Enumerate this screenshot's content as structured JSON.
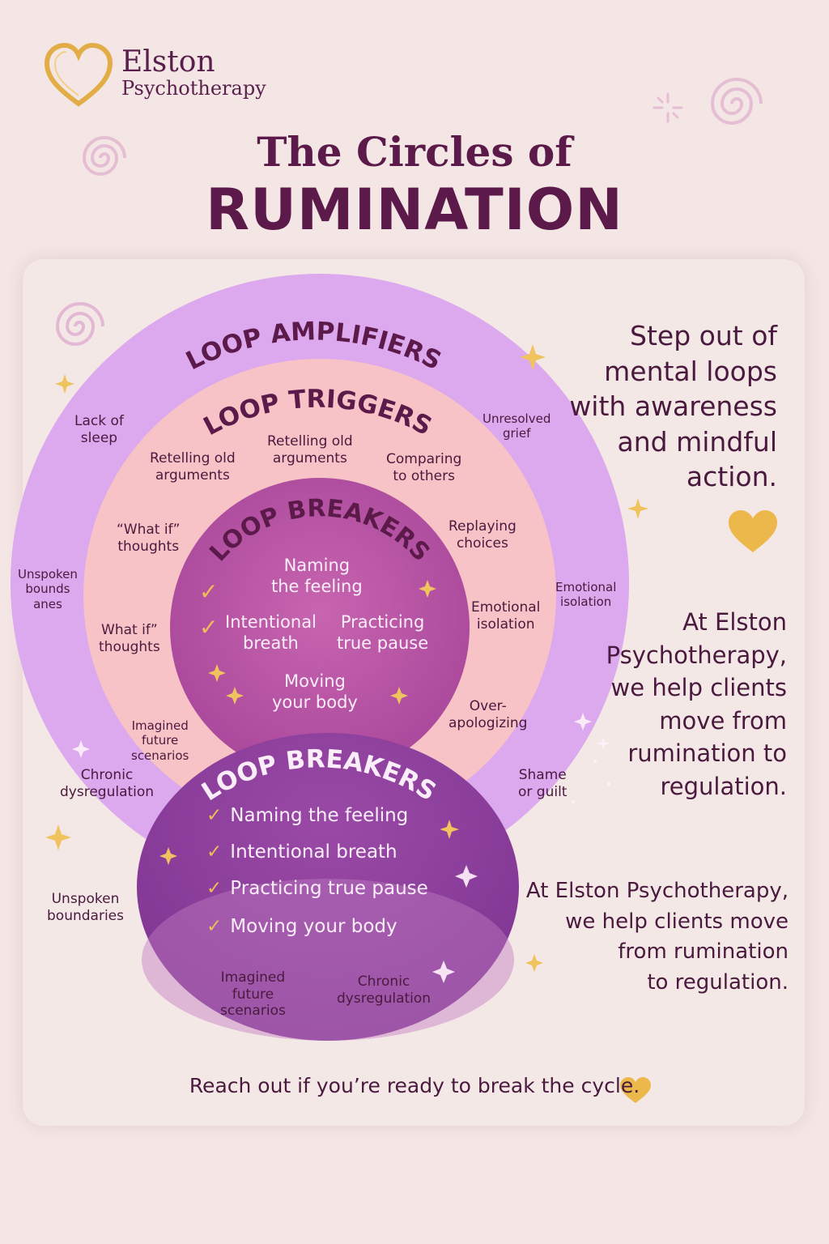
{
  "brand": {
    "name": "Elston",
    "subtitle": "Psychotherapy"
  },
  "title": {
    "line1": "The Circles of",
    "line2": "RUMINATION"
  },
  "rings": {
    "amplifiers": {
      "title": "LOOP AMPLIFIERS",
      "items": {
        "lack_of_sleep": "Lack of\nsleep",
        "unresolved_grief": "Unresolved\ngrief",
        "unspoken_bounds": "Unspoken\nbounds\nanes",
        "emotional_isolation": "Emotional\nisolation",
        "chronic_dysregulation": "Chronic\ndysregulation",
        "shame_or_guilt": "Shame\nor guilt",
        "unspoken_boundaries": "Unspoken\nboundaries"
      }
    },
    "triggers": {
      "title": "LOOP TRIGGERS",
      "items": {
        "retelling_1": "Retelling old\narguments",
        "retelling_2": "Retelling old\narguments",
        "comparing": "Comparing\nto others",
        "what_if_1": "“What if”\nthoughts",
        "replaying": "Replaying\nchoices",
        "what_if_2": "What if”\nthoughts",
        "emotional_isolation": "Emotional\nisolation",
        "imagined": "Imagined\nfuture\nscenarios",
        "over_apologizing": "Over-\napologizing"
      }
    },
    "breakers_inner": {
      "title": "LOOP BREAKERS",
      "items": {
        "naming": "Naming\nthe feeling",
        "breath": "Intentional\nbreath",
        "pause": "Practicing\ntrue pause",
        "moving": "Moving\nyour body"
      }
    },
    "breakers_lower": {
      "title": "LOOP BREAKERS",
      "items": [
        "Naming the feeling",
        "Intentional breath",
        "Practicing true pause",
        "Moving your body"
      ],
      "imagined": "Imagined\nfuture\nscenarios",
      "chronic": "Chronic\ndysregulation"
    }
  },
  "side": {
    "tagline": "Step out of\nmental loops\nwith awareness\nand mindful\naction.",
    "pitch_1": "At Elston\nPsychotherapy,\nwe help clients\nmove from\nrumination to\nregulation.",
    "pitch_2": "At Elston Psychotherapy,\nwe help clients move\nfrom rumination\nto regulation."
  },
  "cta": "Reach out if you’re ready to break the cycle.",
  "icons": {
    "logo": "heart-icon",
    "check": "check-icon",
    "sparkle": "sparkle-icon",
    "swirl": "swirl-icon"
  },
  "colors": {
    "background": "#f3e6e4",
    "amplifiers_ring": "#d9a4ec",
    "triggers_ring": "#f6c0c4",
    "breakers_inner": "#b14da0",
    "breakers_lower": "#8c3e98",
    "gold": "#e8b546",
    "text": "#4a1a3e"
  }
}
